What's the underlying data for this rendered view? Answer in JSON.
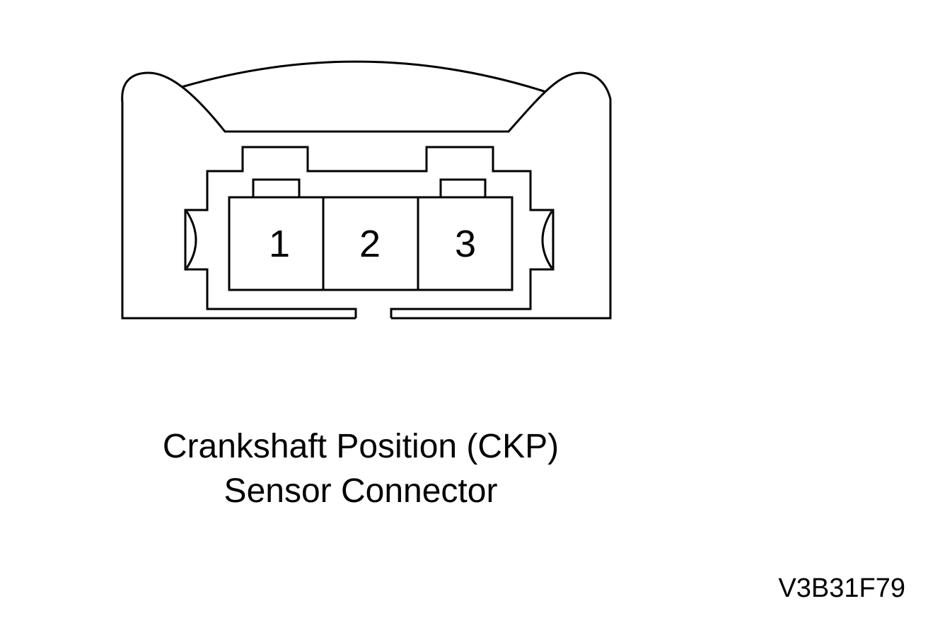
{
  "pins": [
    "1",
    "2",
    "3"
  ],
  "caption": {
    "line1": "Crankshaft Position (CKP)",
    "line2": "Sensor Connector"
  },
  "figure_id": "V3B31F79"
}
